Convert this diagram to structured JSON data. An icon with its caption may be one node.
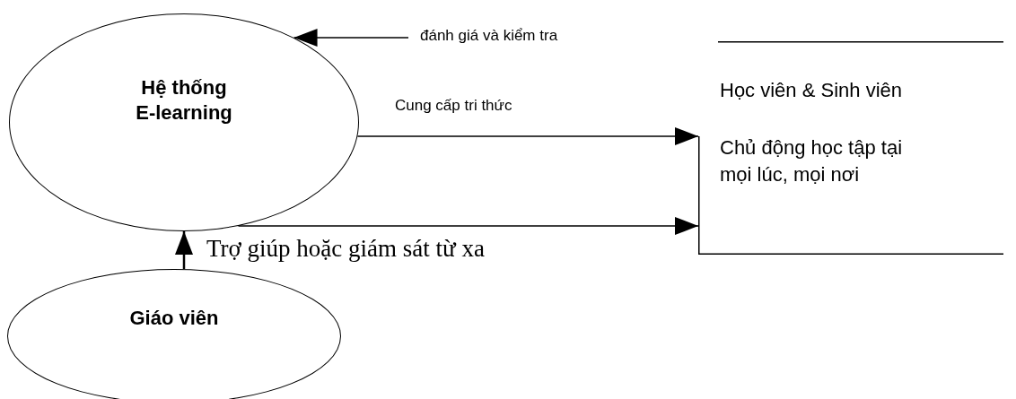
{
  "diagram": {
    "nodes": [
      {
        "text": [
          "Hệ thống E-learning"
        ]
      },
      {
        "text": [
          "Học viên & Sinh viên",
          "Chủ động học tập tại mọi lúc, mọi nơi"
        ]
      },
      {
        "text": [
          "Giáo viên"
        ]
      }
    ],
    "edges": [
      {
        "from": null,
        "to": 0,
        "arrow": "to",
        "label": "đánh giá và kiểm tra"
      },
      {
        "from": 0,
        "to": 1,
        "arrow": "to",
        "label": "Cung cấp tri thức"
      },
      {
        "from": 0,
        "to": 1,
        "arrow": "to",
        "label": "Trợ giúp hoặc giám sát từ xa"
      },
      {
        "from": 2,
        "to": 0,
        "arrow": "to"
      }
    ]
  }
}
